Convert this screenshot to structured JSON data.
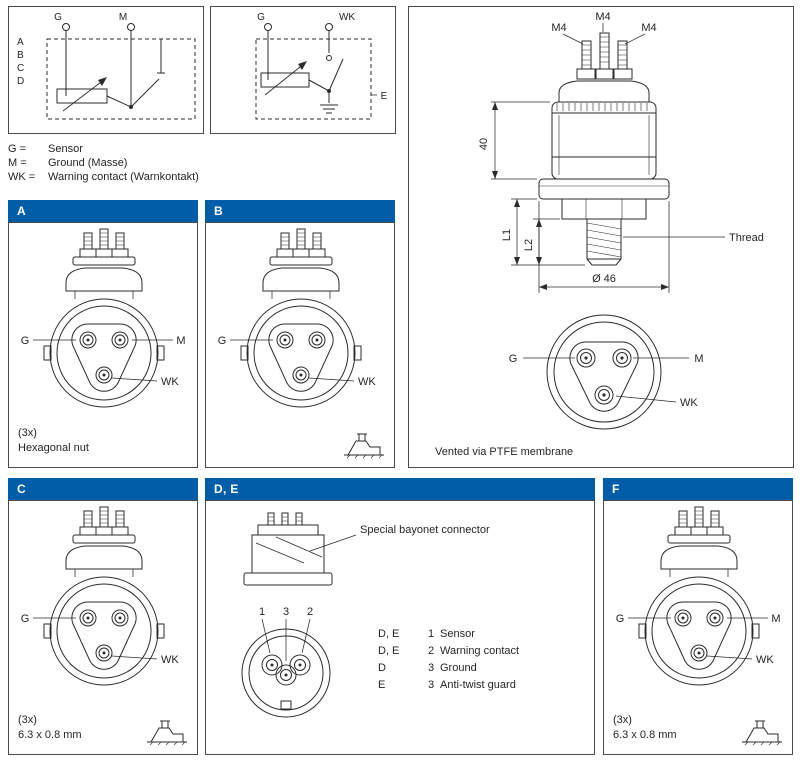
{
  "colors": {
    "header_blue": "#005ea8",
    "line": "#2b2b2b"
  },
  "schematic1": {
    "terminal_g": "G",
    "terminal_m": "M",
    "row_labels": [
      "A",
      "B",
      "C",
      "D"
    ]
  },
  "schematic2": {
    "terminal_g": "G",
    "terminal_wk": "WK",
    "variant_label": "E"
  },
  "legend": {
    "rows": [
      {
        "key": "G =",
        "value": "Sensor"
      },
      {
        "key": "M =",
        "value": "Ground (Masse)"
      },
      {
        "key": "WK =",
        "value": "Warning contact (Warnkontakt)"
      }
    ]
  },
  "main_drawing": {
    "stud_label_left": "M4",
    "stud_label_mid": "M4",
    "stud_label_right": "M4",
    "dim_height": "40",
    "dim_l1": "L1",
    "dim_l2": "L2",
    "thread_label": "Thread",
    "diameter_label": "Ø 46",
    "pin_g": "G",
    "pin_m": "M",
    "pin_wk": "WK",
    "vent_note": "Vented via PTFE membrane"
  },
  "panel_a": {
    "header": "A",
    "pin_g": "G",
    "pin_m": "M",
    "pin_wk": "WK",
    "note_line1": "(3x)",
    "note_line2": "Hexagonal nut"
  },
  "panel_b": {
    "header": "B",
    "pin_g": "G",
    "pin_wk": "WK"
  },
  "panel_c": {
    "header": "C",
    "pin_g": "G",
    "pin_wk": "WK",
    "note_line1": "(3x)",
    "note_line2": "6.3 x 0.8 mm"
  },
  "panel_de": {
    "header": "D, E",
    "connector_label": "Special bayonet connector",
    "pin_numbers": [
      "1",
      "3",
      "2"
    ],
    "legend": [
      {
        "models": "D, E",
        "pin": "1",
        "desc": "Sensor"
      },
      {
        "models": "D, E",
        "pin": "2",
        "desc": "Warning contact"
      },
      {
        "models": "D",
        "pin": "3",
        "desc": "Ground"
      },
      {
        "models": "E",
        "pin": "3",
        "desc": "Anti-twist guard"
      }
    ]
  },
  "panel_f": {
    "header": "F",
    "pin_g": "G",
    "pin_m": "M",
    "pin_wk": "WK",
    "note_line1": "(3x)",
    "note_line2": "6.3 x 0.8 mm"
  }
}
